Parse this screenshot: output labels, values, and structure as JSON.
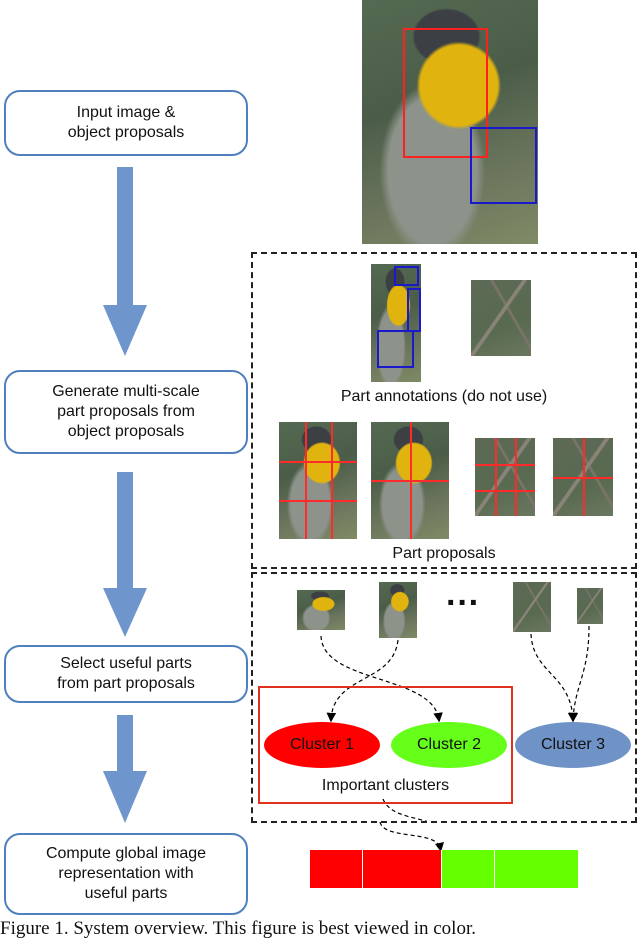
{
  "steps": [
    {
      "label": "Input image &\nobject proposals"
    },
    {
      "label": "Generate multi-scale\npart proposals from\nobject proposals"
    },
    {
      "label": "Select useful parts\nfrom part proposals"
    },
    {
      "label": "Compute global image\nrepresentation with\nuseful parts"
    }
  ],
  "labels": {
    "part_annotations": "Part annotations (do not use)",
    "part_proposals": "Part proposals",
    "ellipsis": "···",
    "important_clusters": "Important clusters"
  },
  "clusters": [
    {
      "label": "Cluster 1",
      "color": "#ff0000"
    },
    {
      "label": "Cluster 2",
      "color": "#66ff1a"
    },
    {
      "label": "Cluster 3",
      "color": "#6f93c7"
    }
  ],
  "bar_colors": [
    "#ff0000",
    "#ff0000",
    "#66ff00",
    "#66ff00"
  ],
  "colors": {
    "arrow": "#6f96cc",
    "box_border": "#4f80bd",
    "proposal_box_red": "#ff2020",
    "proposal_box_blue": "#1a1acc"
  },
  "caption": "Figure 1. System overview. This figure is best viewed in color."
}
